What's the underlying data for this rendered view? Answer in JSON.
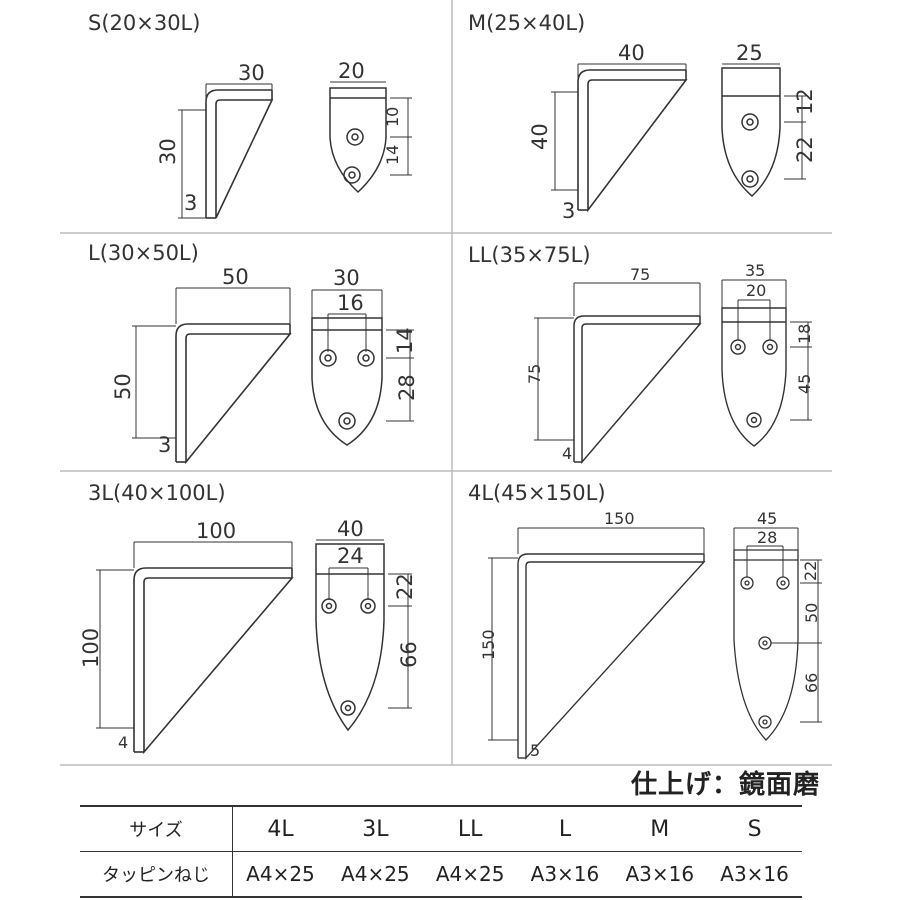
{
  "finish_label": "仕上げ：鏡面磨",
  "cells": [
    {
      "id": "S",
      "title": "S(20×30L)",
      "arm": "30",
      "height": "30",
      "thick": "3",
      "width": "20",
      "holes": [
        "10",
        "14"
      ],
      "pitch": ""
    },
    {
      "id": "M",
      "title": "M(25×40L)",
      "arm": "40",
      "height": "40",
      "thick": "3",
      "width": "25",
      "holes": [
        "12",
        "22"
      ],
      "pitch": ""
    },
    {
      "id": "L",
      "title": "L(30×50L)",
      "arm": "50",
      "height": "50",
      "thick": "3",
      "width": "30",
      "holes": [
        "14",
        "28"
      ],
      "pitch": "16"
    },
    {
      "id": "LL",
      "title": "LL(35×75L)",
      "arm": "75",
      "height": "75",
      "thick": "4",
      "width": "35",
      "holes": [
        "18",
        "45"
      ],
      "pitch": "20"
    },
    {
      "id": "3L",
      "title": "3L(40×100L)",
      "arm": "100",
      "height": "100",
      "thick": "4",
      "width": "40",
      "holes": [
        "22",
        "66"
      ],
      "pitch": "24"
    },
    {
      "id": "4L",
      "title": "4L(45×150L)",
      "arm": "150",
      "height": "150",
      "thick": "5",
      "width": "45",
      "holes": [
        "22",
        "50",
        "66"
      ],
      "pitch": "28"
    }
  ],
  "table": {
    "size_header": "サイズ",
    "screw_header": "タッピンねじ",
    "sizes": [
      "4L",
      "3L",
      "LL",
      "L",
      "M",
      "S"
    ],
    "screws": [
      "A4×25",
      "A4×25",
      "A4×25",
      "A3×16",
      "A3×16",
      "A3×16"
    ]
  }
}
